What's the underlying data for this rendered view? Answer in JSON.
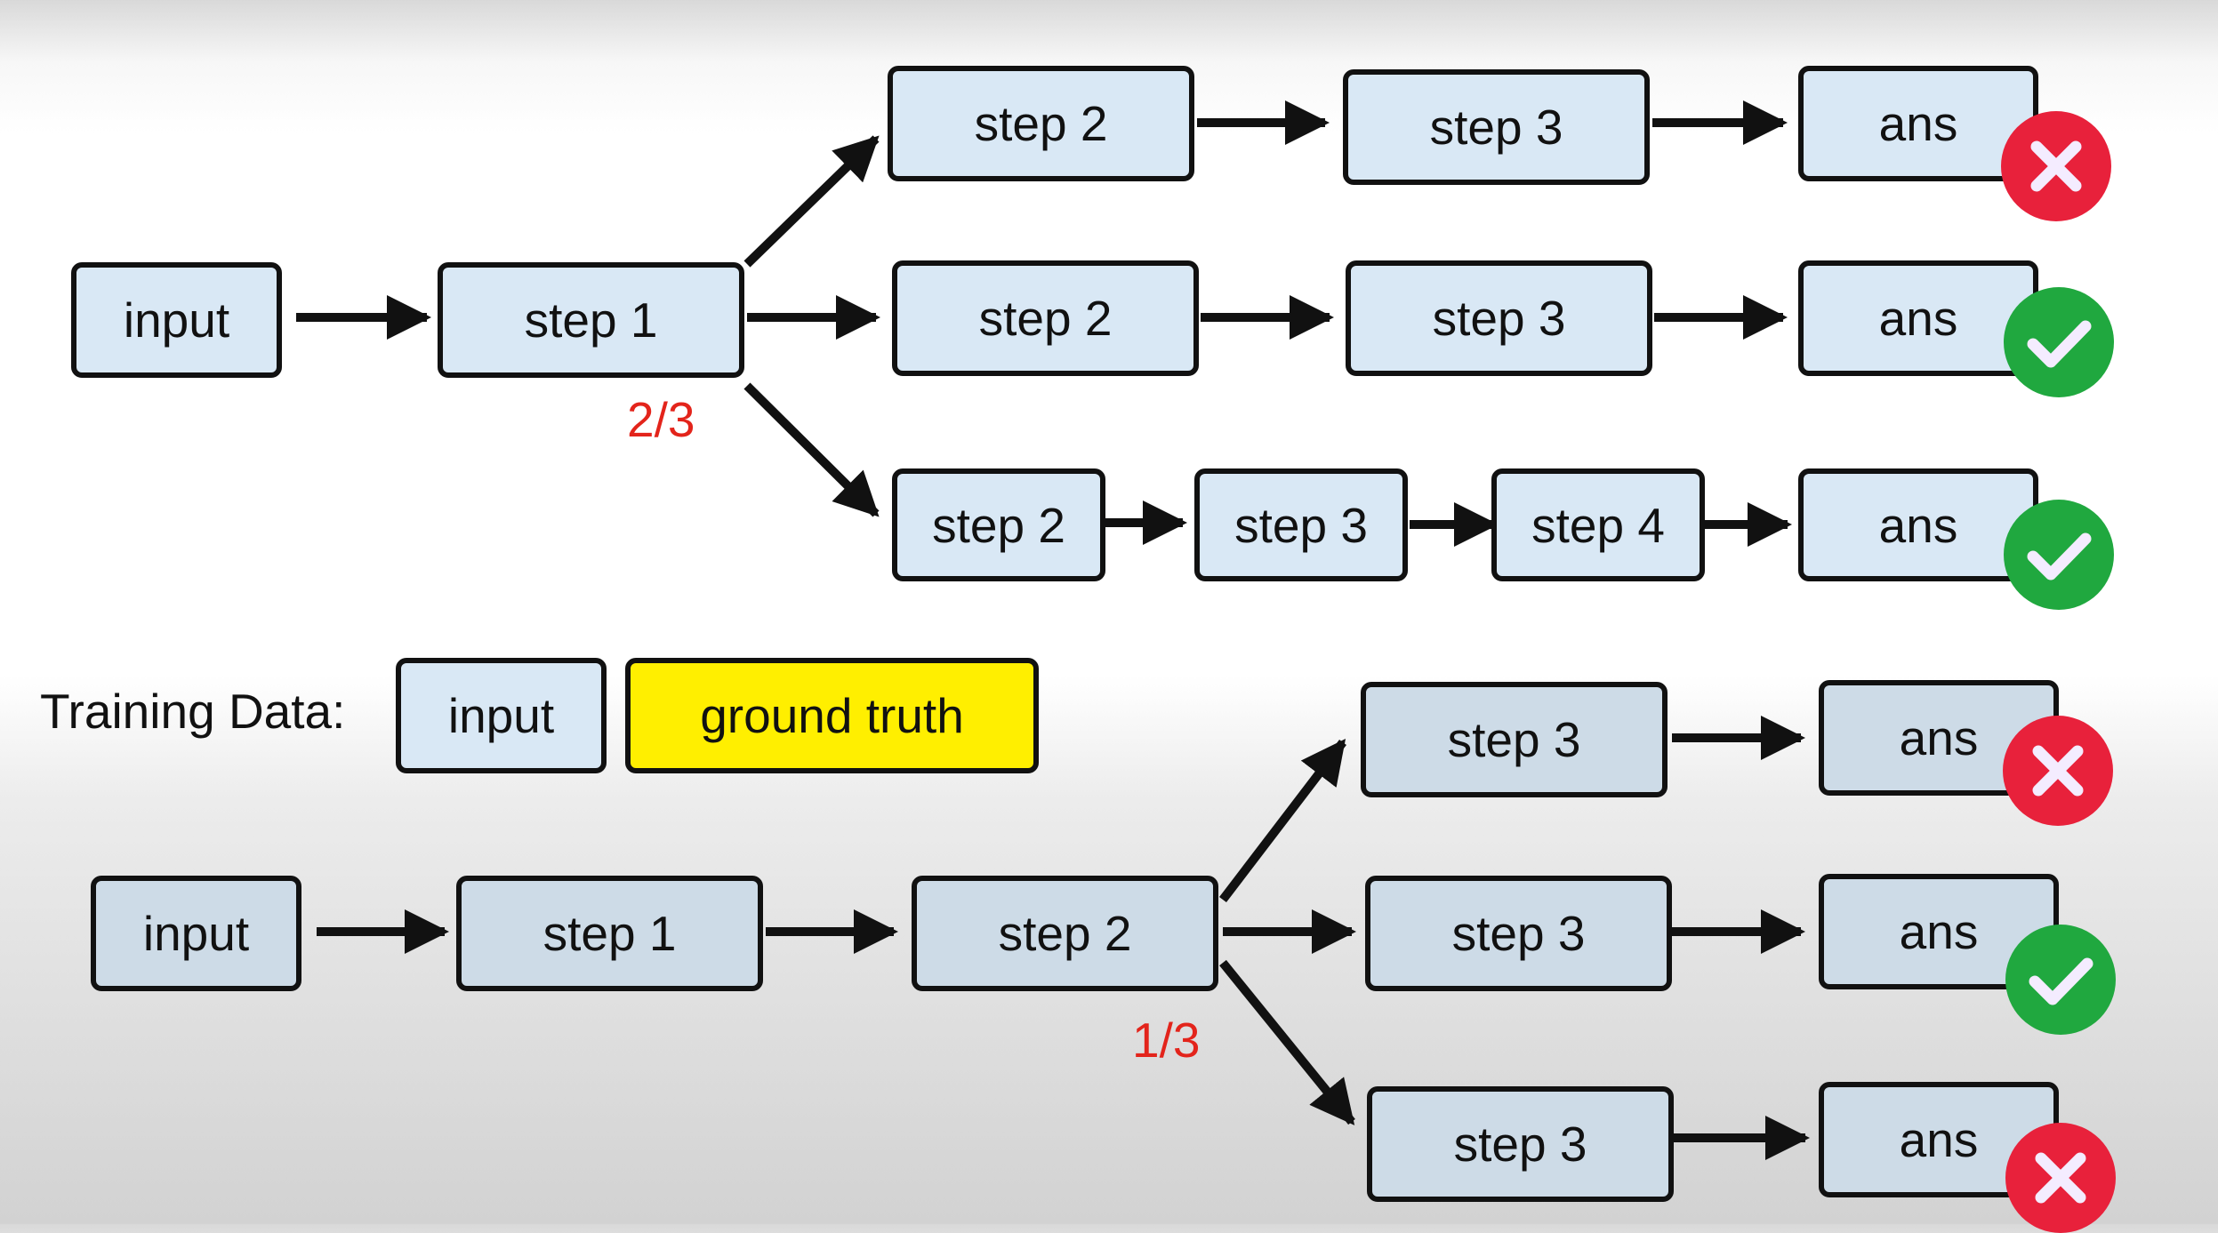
{
  "top_tree": {
    "input": "input",
    "step1": "step 1",
    "fraction": "2/3",
    "branch_a": {
      "step2": "step 2",
      "step3": "step 3",
      "answer": "ans",
      "result": "wrong"
    },
    "branch_b": {
      "step2": "step 2",
      "step3": "step 3",
      "answer": "ans",
      "result": "correct"
    },
    "branch_c": {
      "step2": "step 2",
      "step3": "step 3",
      "step4": "step 4",
      "answer": "ans",
      "result": "correct"
    }
  },
  "training_data": {
    "label": "Training Data:",
    "input": "input",
    "ground_truth": "ground truth",
    "ground_truth_color": "#ffef00"
  },
  "bottom_tree": {
    "input": "input",
    "step1": "step 1",
    "step2": "step 2",
    "fraction": "1/3",
    "branch_a": {
      "step3": "step 3",
      "answer": "ans",
      "result": "wrong"
    },
    "branch_b": {
      "step3": "step 3",
      "answer": "ans",
      "result": "correct"
    },
    "branch_c": {
      "step3": "step 3",
      "answer": "ans",
      "result": "wrong"
    }
  },
  "colors": {
    "box_fill": "#d9e8f5",
    "wrong": "#e8213b",
    "correct": "#20a83f",
    "fraction_text": "#e3241b"
  },
  "icons": {
    "wrong": "x-mark-icon",
    "correct": "check-mark-icon"
  }
}
